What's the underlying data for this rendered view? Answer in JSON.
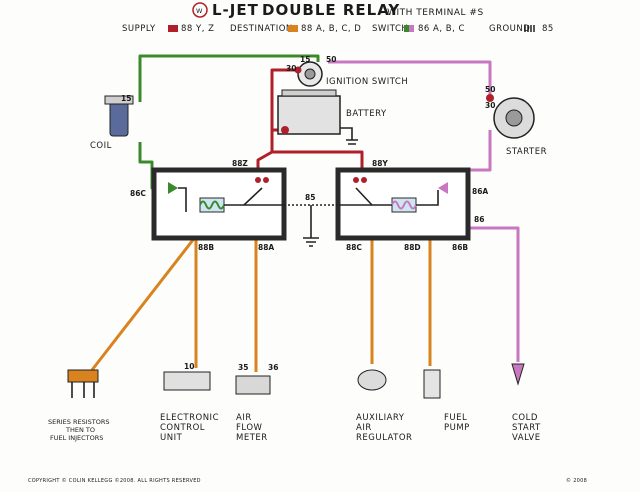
{
  "title": {
    "prefix": "L-JET",
    "main": "DOUBLE RELAY",
    "suffix": "- WITH TERMINAL #S"
  },
  "legend": {
    "supply_label": "SUPPLY",
    "supply_value": "88 Y, Z",
    "supply_color": "#b0202a",
    "destination_label": "DESTINATION",
    "destination_value": "88 A, B, C, D",
    "destination_color": "#d8831f",
    "switch_label": "SWITCH",
    "switch_value": "86 A, B, C",
    "switch_color_a": "#3a8a2c",
    "switch_color_b": "#c878c0",
    "ground_label": "GROUND",
    "ground_value": "85"
  },
  "components": {
    "ignition_switch": "IGNITION SWITCH",
    "battery": "BATTERY",
    "coil": "COIL",
    "starter": "STARTER",
    "series_resistors": [
      "SERIES RESISTORS",
      "THEN TO",
      "FUEL INJECTORS"
    ],
    "ecu": [
      "ELECTRONIC",
      "CONTROL",
      "UNIT"
    ],
    "afm": [
      "AIR",
      "FLOW",
      "METER"
    ],
    "aux_air": [
      "AUXILIARY",
      "AIR",
      "REGULATOR"
    ],
    "fuel_pump": [
      "FUEL",
      "PUMP"
    ],
    "cold_start": [
      "COLD",
      "START",
      "VALVE"
    ]
  },
  "terminals": {
    "t15_coil": "15",
    "t15_switch": "15",
    "t30_switch": "30",
    "t50_switch": "50",
    "t30_starter": "30",
    "t50_starter": "50",
    "t88z": "88Z",
    "t88y": "88Y",
    "t85": "85",
    "t86c": "86C",
    "t86a": "86A",
    "t86": "86",
    "t88b": "88B",
    "t88a": "88A",
    "t88c": "88C",
    "t88d": "88D",
    "t86b": "86B",
    "t10": "10",
    "t35": "35",
    "t36": "36"
  },
  "footer": {
    "copyright": "COPYRIGHT © COLIN KELLEGG ©2008. ALL RIGHTS RESERVED",
    "initials": "© 2008"
  },
  "colors": {
    "supply": "#b0202a",
    "destination": "#d8831f",
    "switch_green": "#3a8a2c",
    "switch_pink": "#c878c0",
    "ground": "#222222",
    "relay_frame": "#2a2a2a"
  }
}
